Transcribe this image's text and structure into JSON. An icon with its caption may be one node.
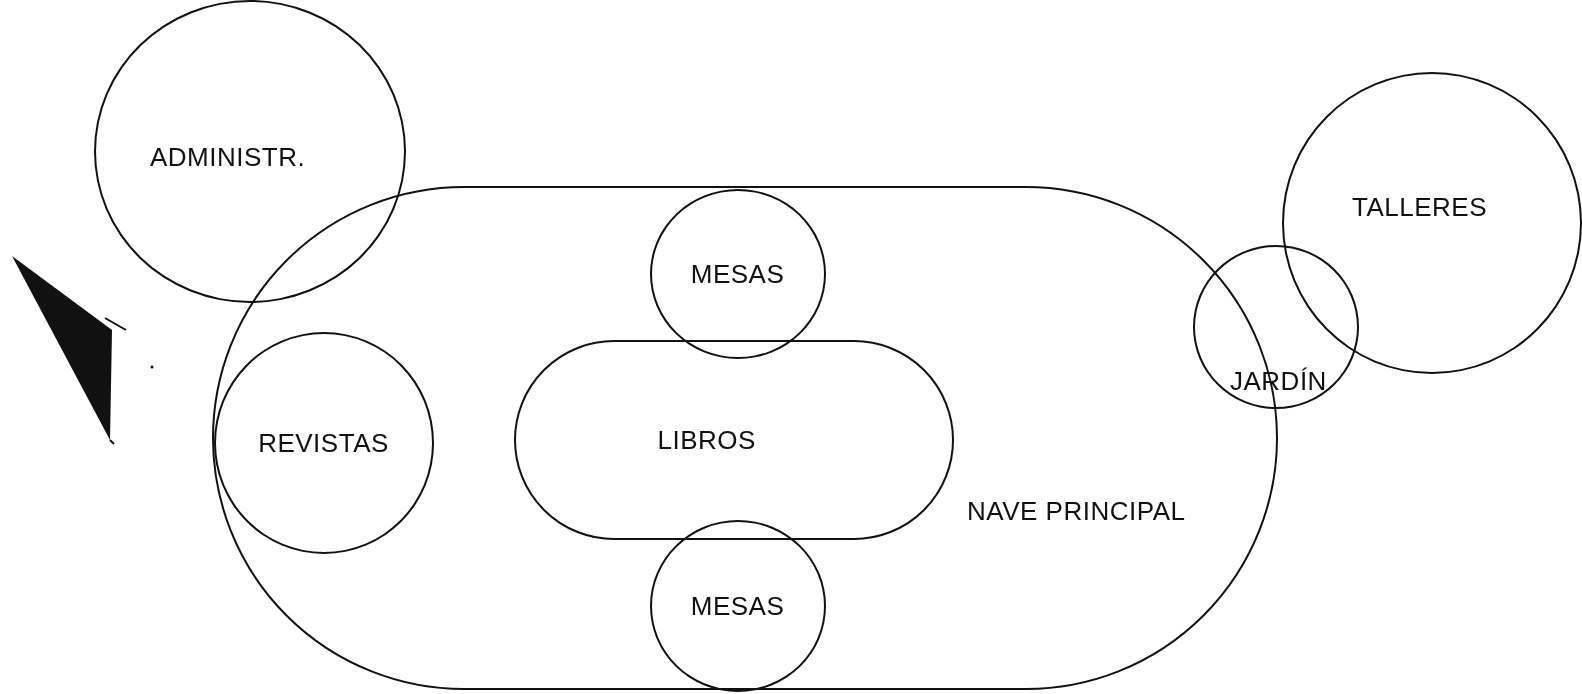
{
  "diagram": {
    "nodes": [
      {
        "text": [
          "NAVE PRINCIPAL"
        ]
      },
      {
        "text": [
          "ADMINISTR."
        ]
      },
      {
        "text": [
          "MESAS"
        ],
        "in": 0
      },
      {
        "text": [
          "REVISTAS"
        ],
        "in": 0
      },
      {
        "text": [
          "LIBROS"
        ],
        "in": 0
      },
      {
        "text": [
          "JARDÍN"
        ]
      },
      {
        "text": [
          "TALLERES"
        ]
      },
      {
        "text": [
          "MESAS"
        ],
        "in": 0
      }
    ]
  }
}
